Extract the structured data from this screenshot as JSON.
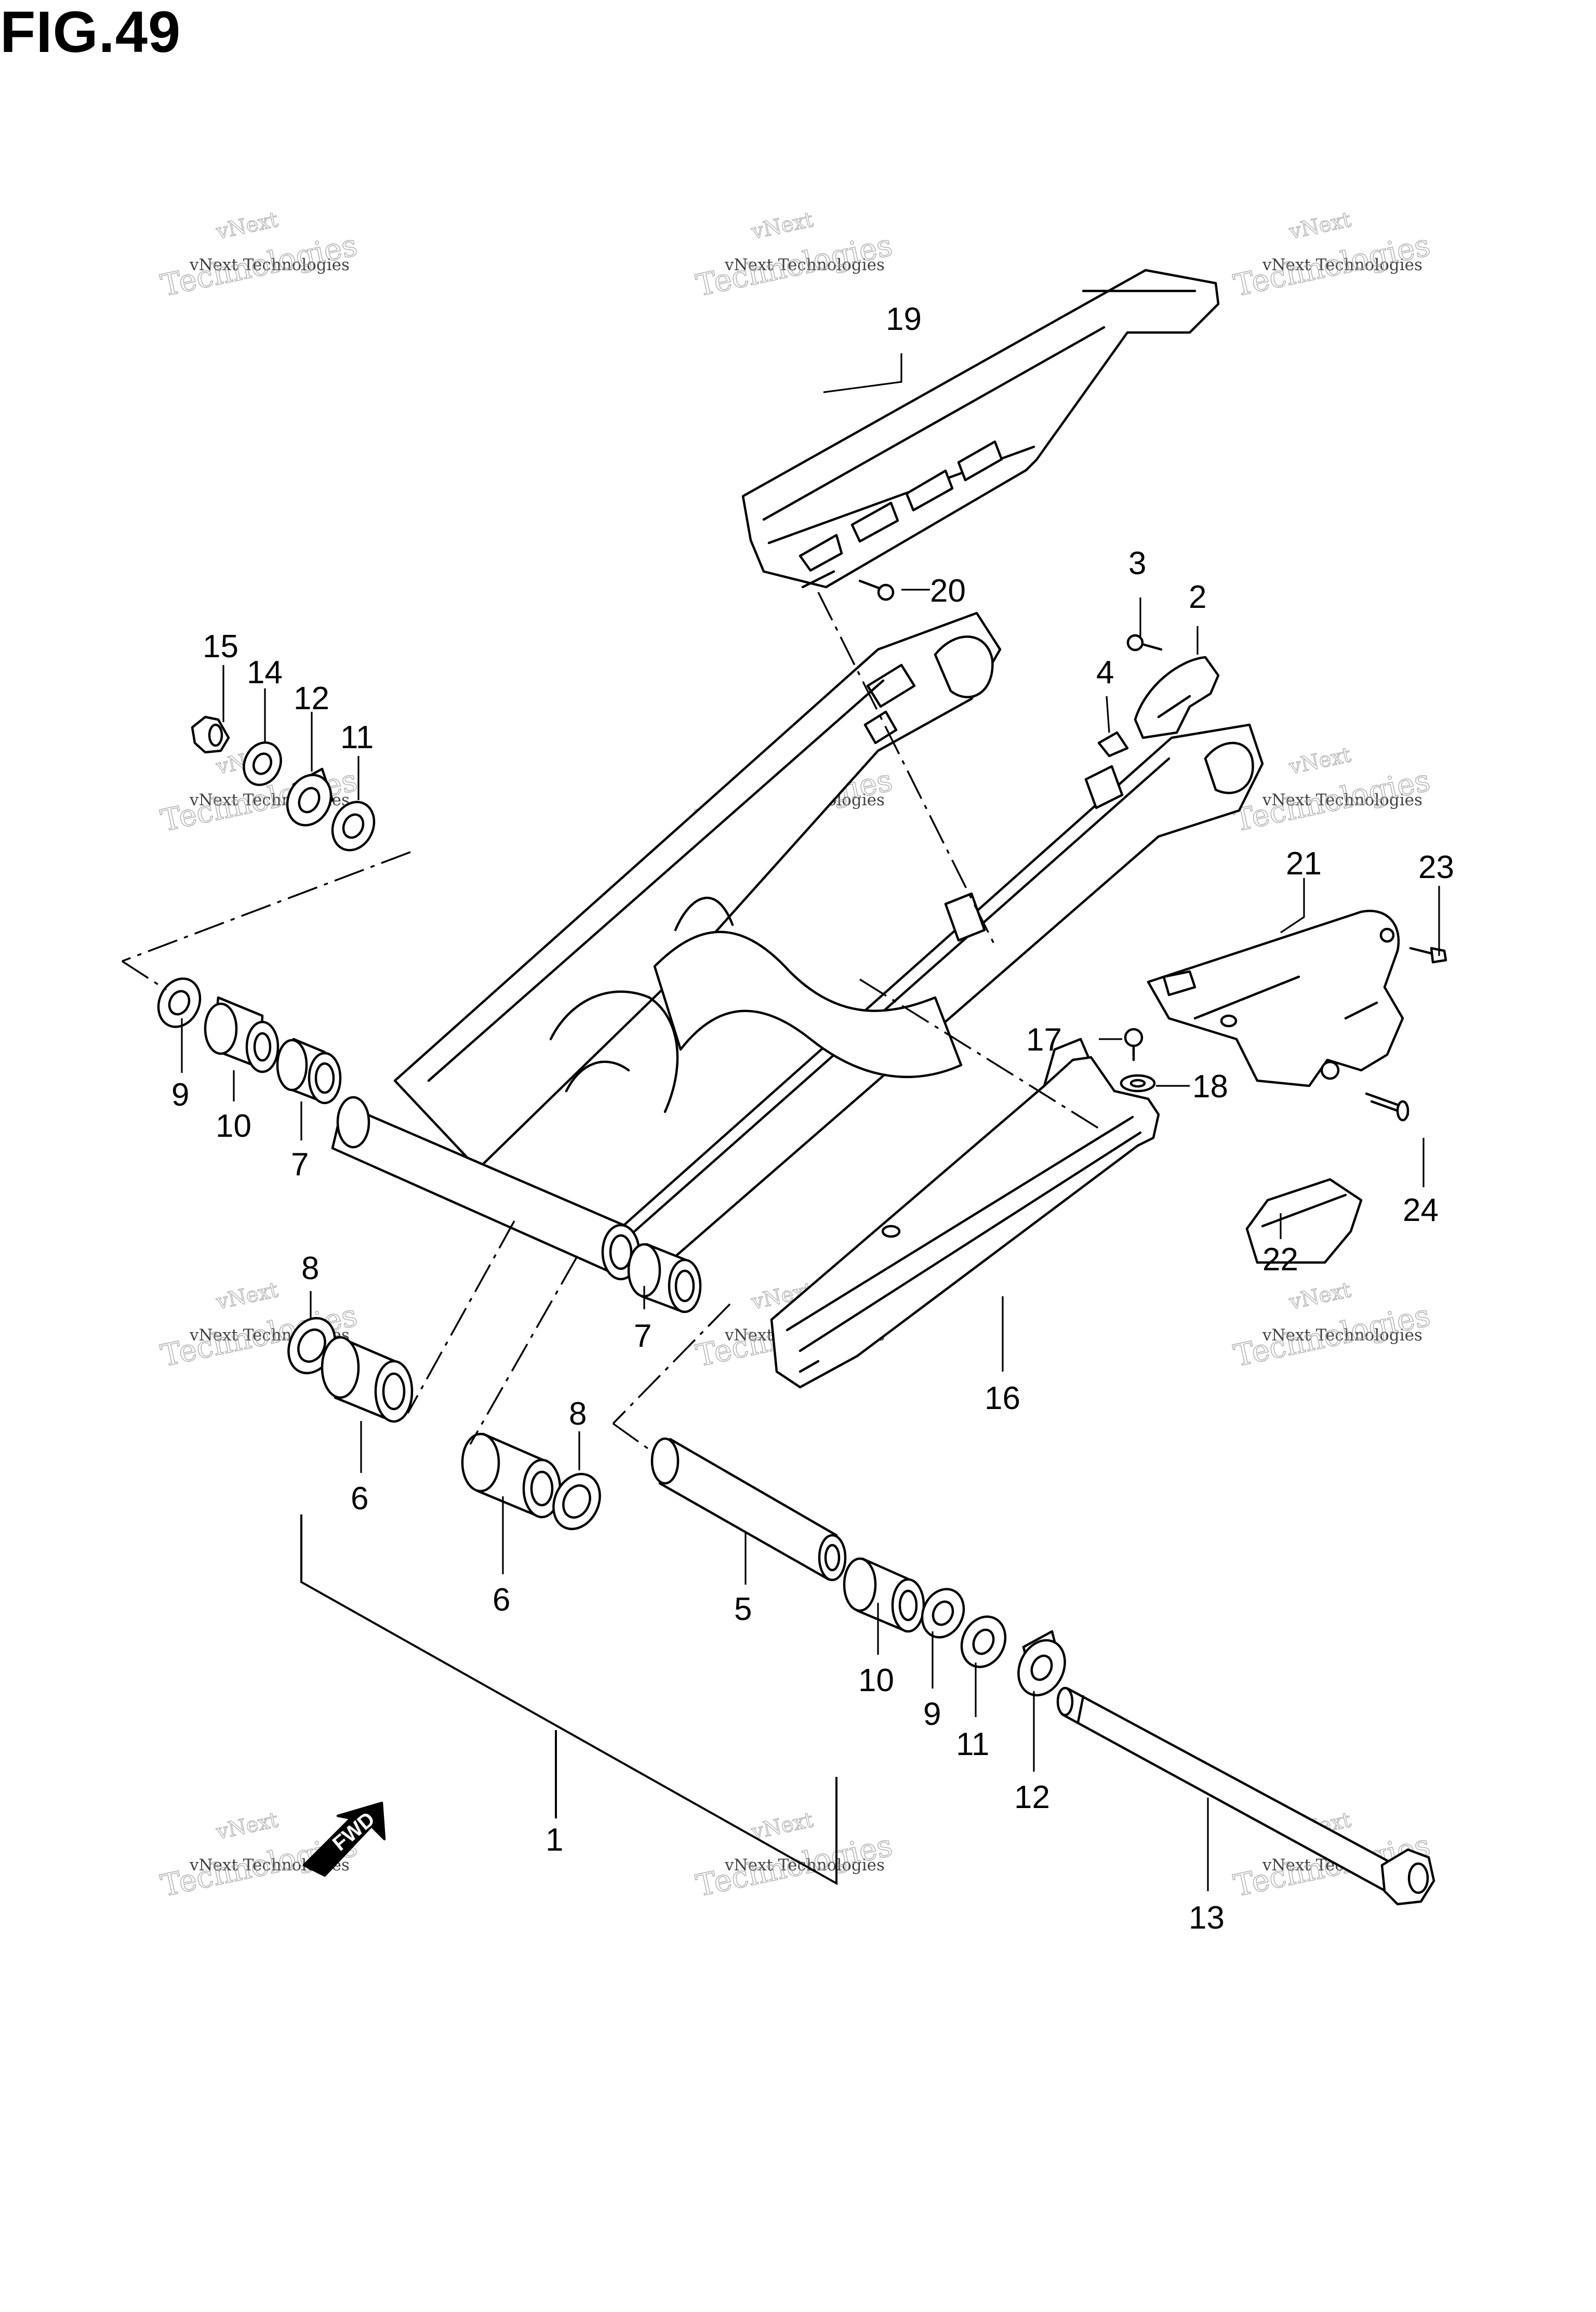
{
  "figure": {
    "title": "FIG.49"
  },
  "watermark": {
    "line1": "vNext",
    "line2": "vNext Technologies",
    "line3": "Technologies"
  },
  "direction": {
    "text": "FWD"
  },
  "callouts": {
    "c1": "1",
    "c2": "2",
    "c3": "3",
    "c4": "4",
    "c5": "5",
    "c6a": "6",
    "c6b": "6",
    "c7a": "7",
    "c7b": "7",
    "c8a": "8",
    "c8b": "8",
    "c9a": "9",
    "c9b": "9",
    "c10a": "10",
    "c10b": "10",
    "c11a": "11",
    "c11b": "11",
    "c12a": "12",
    "c12b": "12",
    "c13": "13",
    "c14": "14",
    "c15": "15",
    "c16": "16",
    "c17": "17",
    "c18": "18",
    "c19": "19",
    "c20": "20",
    "c21": "21",
    "c22": "22",
    "c23": "23",
    "c24": "24"
  }
}
